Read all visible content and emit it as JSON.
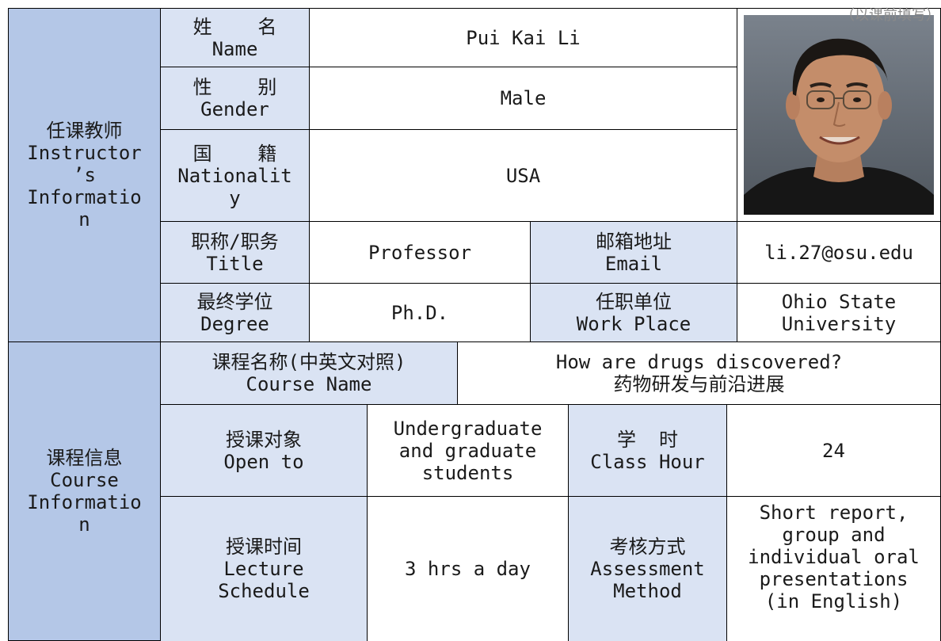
{
  "instructor": {
    "section_zh": "任课教师",
    "section_en_lines": [
      "Instructor",
      "’s",
      "Informatio",
      "n"
    ],
    "name": {
      "label_zh": "姓    名",
      "label_en": "Name",
      "value": "Pui Kai Li"
    },
    "gender": {
      "label_zh": "性    别",
      "label_en": "Gender",
      "value": "Male"
    },
    "nationality": {
      "label_zh": "国    籍",
      "label_en_lines": [
        "Nationalit",
        "y"
      ],
      "value": "USA"
    },
    "title": {
      "label_zh": "职称/职务",
      "label_en": "Title",
      "value": "Professor"
    },
    "email": {
      "label_zh": "邮箱地址",
      "label_en": "Email",
      "value": "li.27@osu.edu"
    },
    "degree": {
      "label_zh": "最终学位",
      "label_en": "Degree",
      "value": "Ph.D."
    },
    "work_place": {
      "label_zh": "任职单位",
      "label_en": "Work Place",
      "value_lines": [
        "Ohio State",
        "University"
      ]
    },
    "photo_caption_fragment": "（以课前填写）"
  },
  "course": {
    "section_zh": "课程信息",
    "section_en_lines": [
      "Course",
      "Informatio",
      "n"
    ],
    "course_name": {
      "label_zh_lines": [
        "课程名称(中英文对照)"
      ],
      "label_en": "Course Name",
      "value_en": "How are drugs discovered?",
      "value_zh": "药物研发与前沿进展"
    },
    "open_to": {
      "label_zh": "授课对象",
      "label_en": "Open to",
      "value_lines": [
        "Undergraduate",
        "and graduate",
        "students"
      ]
    },
    "class_hour": {
      "label_zh": "学  时",
      "label_en": "Class Hour",
      "value": "24"
    },
    "schedule": {
      "label_zh": "授课时间",
      "label_en_lines": [
        "Lecture",
        "Schedule"
      ],
      "value": "3 hrs a day"
    },
    "assessment": {
      "label_zh": "考核方式",
      "label_en_lines": [
        "Assessment",
        "Method"
      ],
      "value_lines": [
        "Short report,",
        "group and",
        "individual oral",
        "presentations",
        "(in English)"
      ]
    }
  },
  "colors": {
    "section_bg": "#b4c7e7",
    "label_bg": "#dae3f3",
    "border": "#000000"
  }
}
